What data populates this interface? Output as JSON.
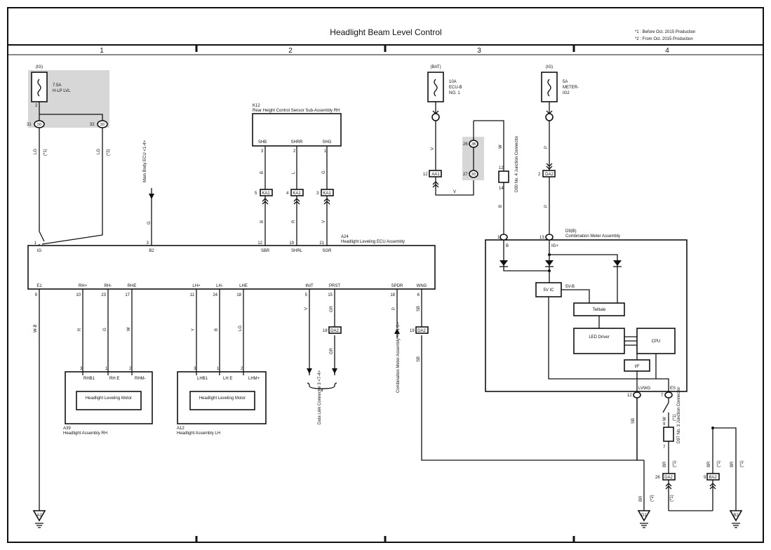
{
  "title": "Headlight Beam Level Control",
  "notes": [
    "*1 : Before Oct. 2015 Production",
    "*2 : From Oct. 2015 Production"
  ],
  "columns": [
    "1",
    "2",
    "3",
    "4"
  ],
  "fuses": {
    "hlp": {
      "source": "(IG)",
      "rating": "7.5A",
      "name": "H-LP LVL"
    },
    "ecub": {
      "source": "(BAT)",
      "rating": "10A",
      "name": "ECU-B",
      "name2": "NO. 1"
    },
    "meter": {
      "source": "(IG)",
      "rating": "5A",
      "name": "METER-",
      "name2": "IG2"
    }
  },
  "k12": {
    "id": "K12",
    "name": "Rear Height Control Sensor Sub-Assembly RH",
    "pins": [
      "SHB",
      "SHRR",
      "SHG"
    ],
    "pin_nums": [
      "3",
      "2",
      "1"
    ],
    "wires": [
      "B",
      "L",
      "G"
    ]
  },
  "a24": {
    "id": "A24",
    "name": "Headlight Leveling ECU Assembly",
    "top_pins": [
      {
        "n": "1",
        "l": "IG"
      },
      {
        "n": "3",
        "l": "B2"
      },
      {
        "n": "12",
        "l": "SBR"
      },
      {
        "n": "19",
        "l": "SHRL"
      },
      {
        "n": "21",
        "l": "SGR"
      }
    ],
    "bottom_pins": [
      {
        "n": "9",
        "l": "E1"
      },
      {
        "n": "10",
        "l": "RH+"
      },
      {
        "n": "23",
        "l": "RH-"
      },
      {
        "n": "17",
        "l": "RHE"
      },
      {
        "n": "11",
        "l": "LH+"
      },
      {
        "n": "24",
        "l": "LH-"
      },
      {
        "n": "18",
        "l": "LHE"
      },
      {
        "n": "5",
        "l": "INIT"
      },
      {
        "n": "15",
        "l": "PRST"
      },
      {
        "n": "18",
        "l": "SPDR"
      },
      {
        "n": "6",
        "l": "WNG"
      }
    ]
  },
  "connectors": {
    "ka1": "KA1",
    "da2": "DA2",
    "aa1": "AA1",
    "ba2": "BA2"
  },
  "mainbody": "Main Body ECU <1-4>",
  "comb_ref": "Combination Meter Assembly <4-1-1>",
  "dlc": "Data Link Connector 3 <7-4>",
  "a39": {
    "id": "A39",
    "name": "Headlight Assembly RH",
    "motor": "Headlight Leveling Motor",
    "pins": [
      "RHB1",
      "RH E",
      "RHM-"
    ]
  },
  "a12": {
    "id": "A12",
    "name": "Headlight Assembly LH",
    "motor": "Headlight Leveling Motor",
    "pins": [
      "LHB1",
      "LH E",
      "LHM+"
    ]
  },
  "d9": {
    "id": "D9(B)",
    "name": "Combination Meter Assembly",
    "ic": "5V IC",
    "telltale": "Telltale",
    "led": "LED Driver",
    "cpu": "CPU",
    "if": "I/F",
    "b": "B",
    "ig": "IG+",
    "v5": "5V-B",
    "lwg": "LVWG",
    "es": "ES"
  },
  "d90": "D90 No. 4 Junction Connector",
  "d97": "D97 No. 3 Junction Connector",
  "grounds": [
    "A2",
    "D1",
    "B2"
  ],
  "wire_colors": {
    "lg": "LG",
    "v": "V",
    "w": "W",
    "p": "P",
    "b": "B",
    "r": "R",
    "g": "G",
    "y": "Y",
    "l": "L",
    "gr": "GR",
    "sb": "SB",
    "br": "BR",
    "wb": "W-B"
  }
}
